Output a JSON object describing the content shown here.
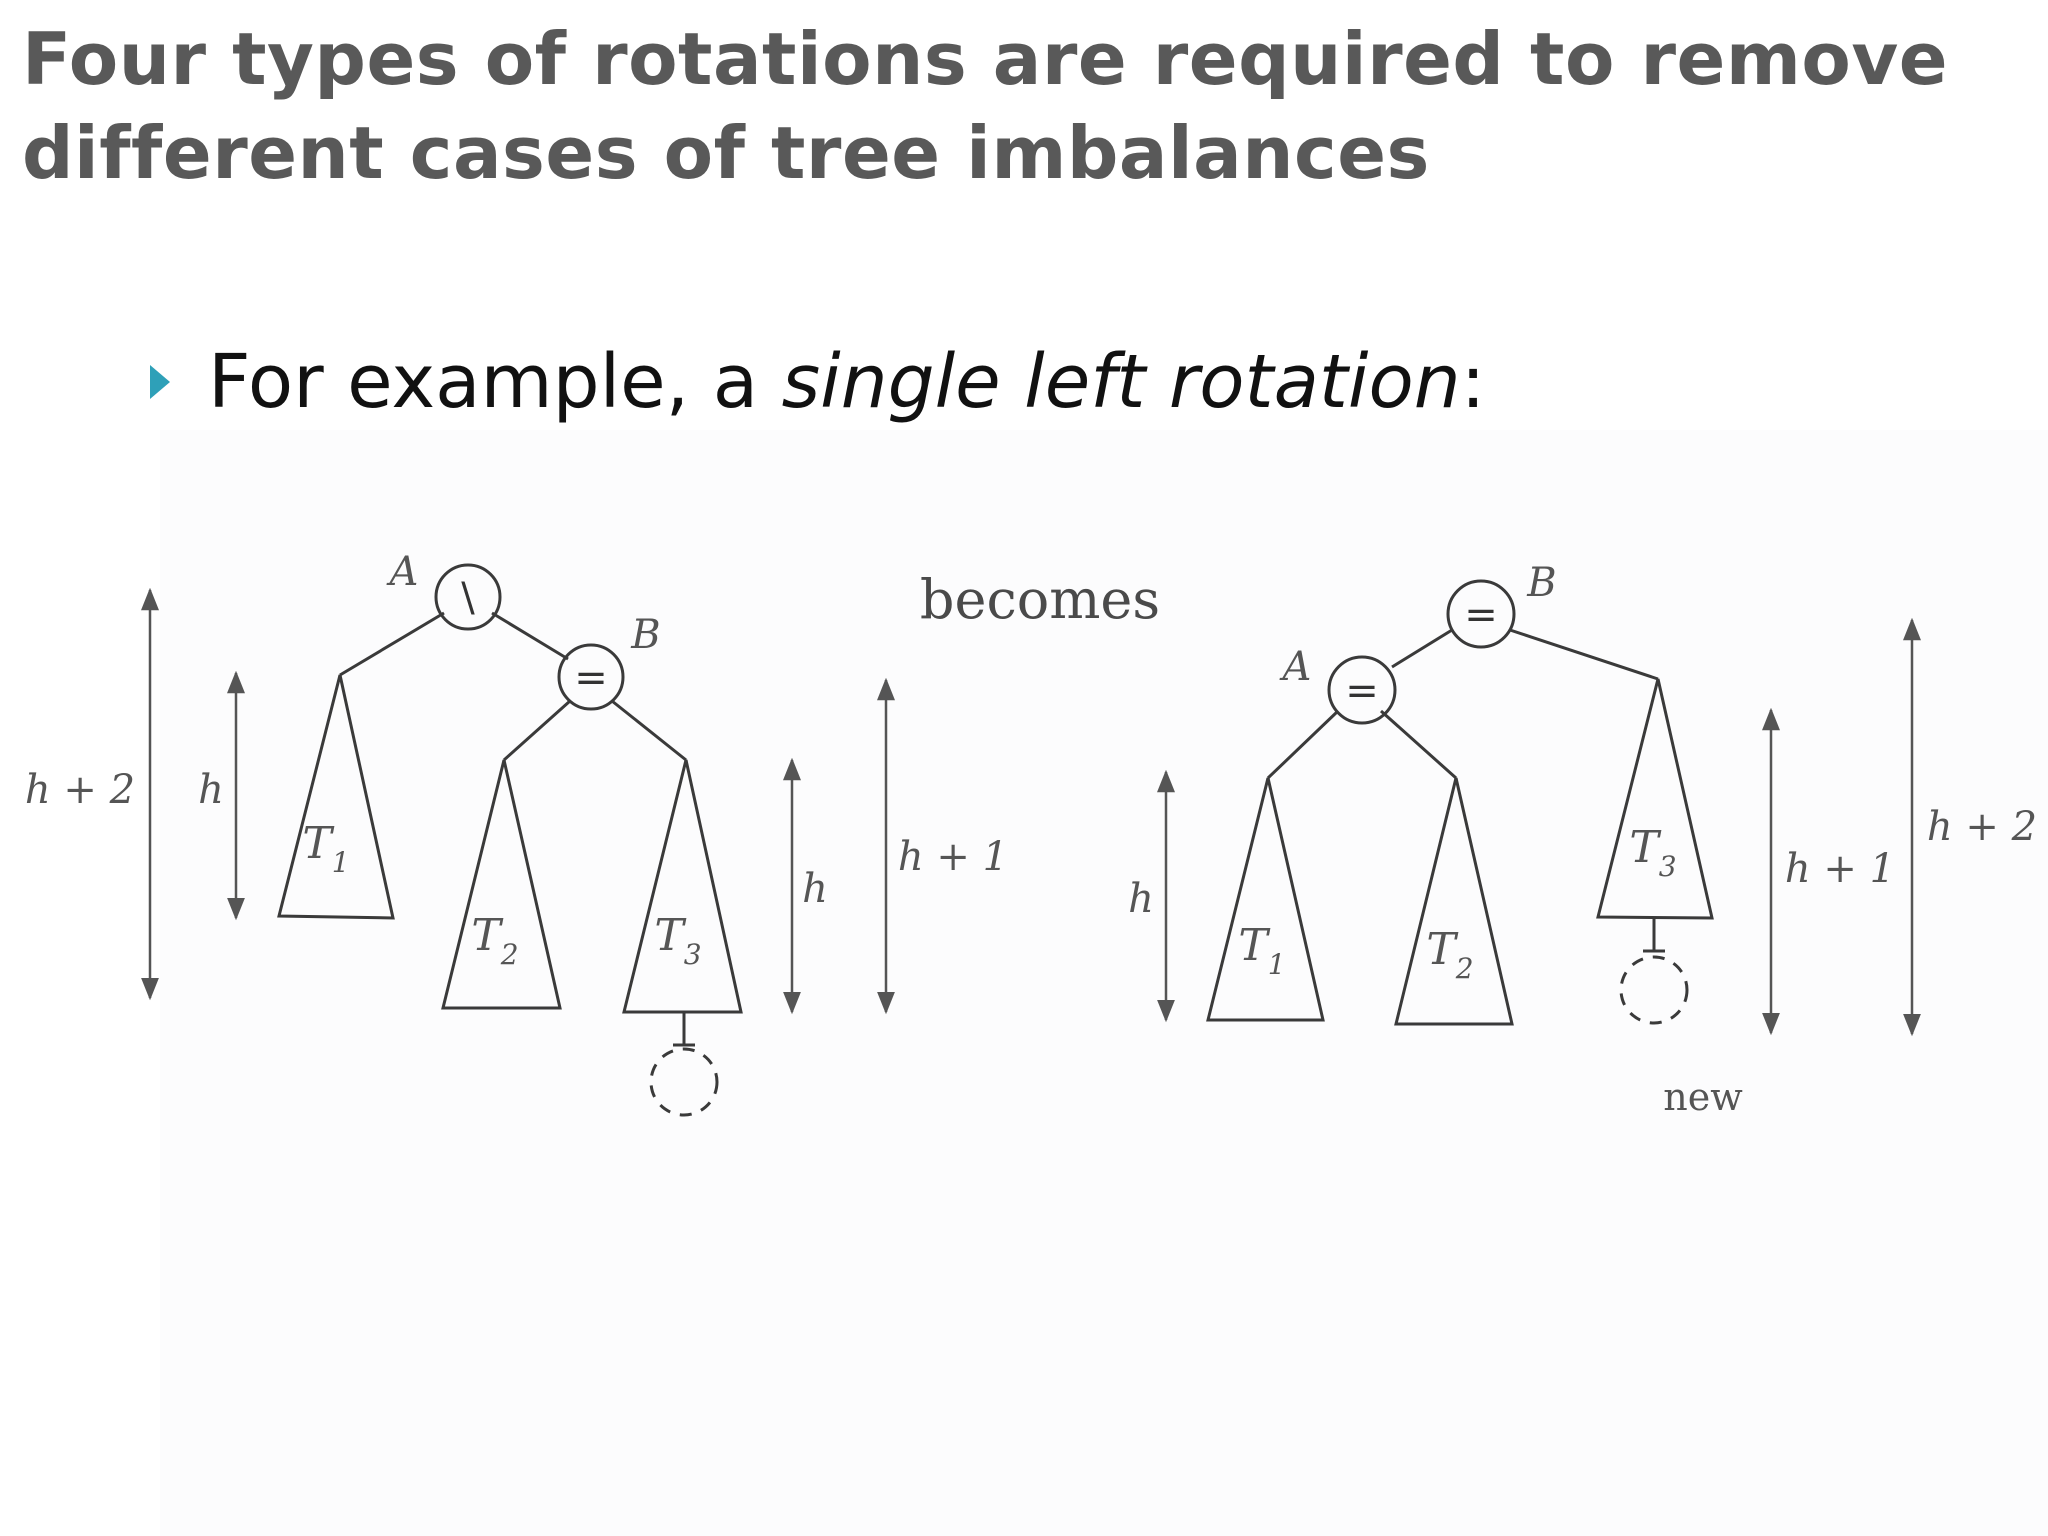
{
  "slide": {
    "title": "Four types of rotations are required to remove different cases of tree imbalances",
    "bullet": {
      "prefix": "For example, a ",
      "emphasis": "single left rotation",
      "suffix": ":"
    }
  },
  "diagram": {
    "transition_label": "becomes",
    "before": {
      "node_A": {
        "name": "A",
        "balance": "\\"
      },
      "node_B": {
        "name": "B",
        "balance": "="
      },
      "subtree_T1": {
        "base": "T",
        "sub": "1"
      },
      "subtree_T2": {
        "base": "T",
        "sub": "2"
      },
      "subtree_T3": {
        "base": "T",
        "sub": "3"
      },
      "height_total": "h + 2",
      "height_T1": "h",
      "height_T3": "h",
      "height_B": "h + 1"
    },
    "after": {
      "node_B": {
        "name": "B",
        "balance": "="
      },
      "node_A": {
        "name": "A",
        "balance": "="
      },
      "subtree_T1": {
        "base": "T",
        "sub": "1"
      },
      "subtree_T2": {
        "base": "T",
        "sub": "2"
      },
      "subtree_T3": {
        "base": "T",
        "sub": "3"
      },
      "height_left": "h",
      "height_T3": "h + 1",
      "height_total": "h + 2",
      "new_label": "new"
    }
  }
}
